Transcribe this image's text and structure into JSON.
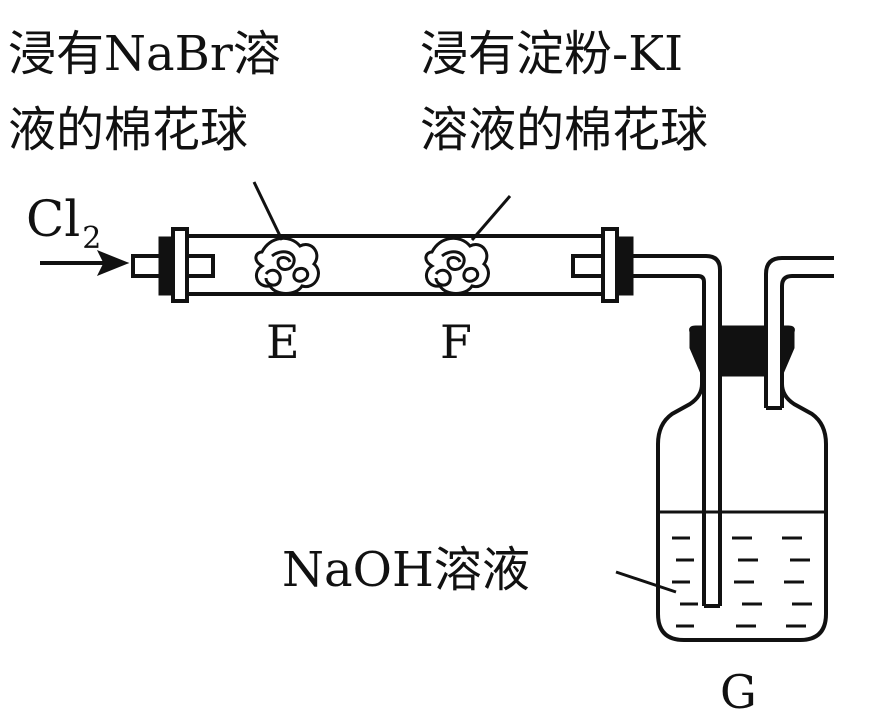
{
  "labels": {
    "cotton_e_line1": "浸有NaBr溶",
    "cotton_e_line2": "液的棉花球",
    "cotton_f_line1": "浸有淀粉-KI",
    "cotton_f_line2": "溶液的棉花球",
    "gas_symbol": "Cl",
    "gas_subscript": "2",
    "tag_e": "E",
    "tag_f": "F",
    "tag_g": "G",
    "solution": "NaOH溶液"
  },
  "icons": {
    "cotton_ball": "cotton-ball-icon",
    "stopper": "rubber-stopper-icon",
    "arrow": "arrow-right-icon"
  },
  "colors": {
    "ink": "#111111",
    "background": "#ffffff"
  }
}
